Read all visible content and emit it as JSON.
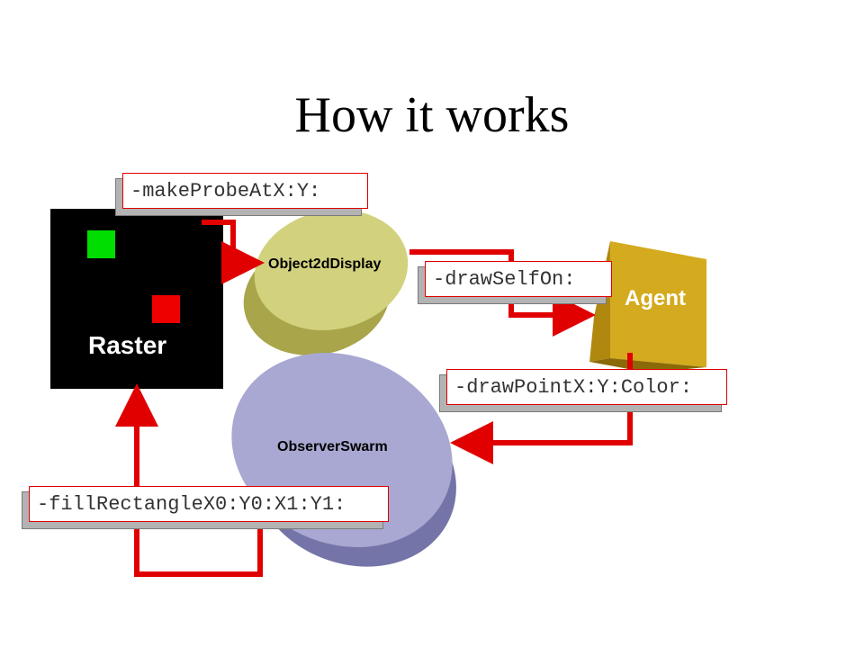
{
  "title": "How it works",
  "nodes": {
    "raster": "Raster",
    "object2d": "Object2dDisplay",
    "agent": "Agent",
    "observer": "ObserverSwarm"
  },
  "messages": {
    "make_probe": "-makeProbeAtX:Y:",
    "draw_self": "-drawSelfOn:",
    "draw_point": "-drawPointX:Y:Color:",
    "fill_rect": "-fillRectangleX0:Y0:X1:Y1:"
  },
  "colors": {
    "arrow": "#e00000",
    "raster_bg": "#000000",
    "green_cell": "#00dd00",
    "red_cell": "#ee0000",
    "object2d_face": "#d2d27e",
    "agent_face": "#d4aa1e",
    "observer_face": "#a8a8d2"
  }
}
